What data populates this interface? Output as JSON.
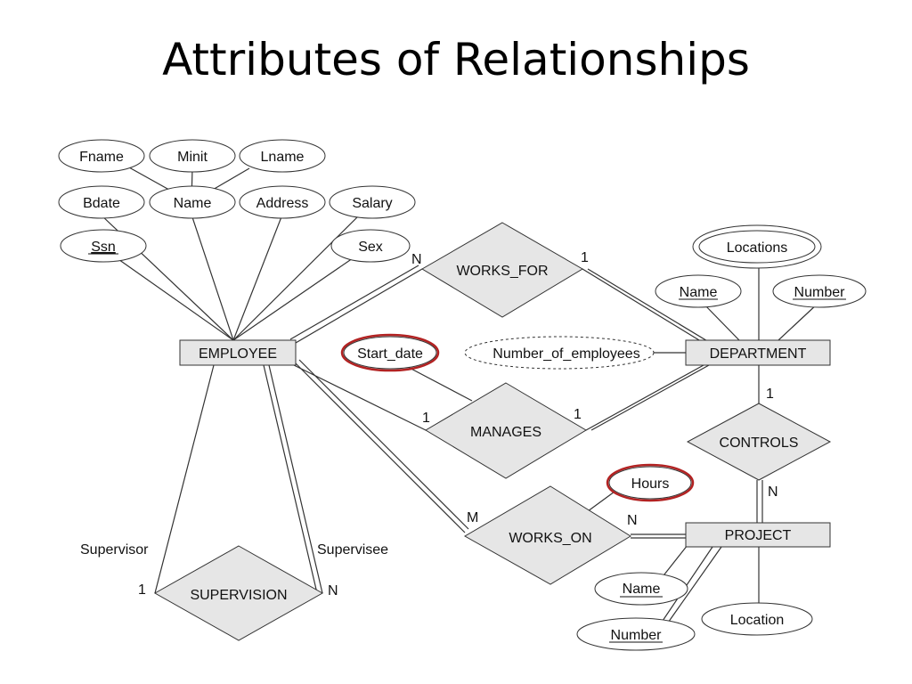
{
  "title": "Attributes of Relationships",
  "entities": {
    "employee": "EMPLOYEE",
    "department": "DEPARTMENT",
    "project": "PROJECT"
  },
  "relationships": {
    "works_for": "WORKS_FOR",
    "manages": "MANAGES",
    "works_on": "WORKS_ON",
    "controls": "CONTROLS",
    "supervision": "SUPERVISION"
  },
  "attributes": {
    "fname": "Fname",
    "minit": "Minit",
    "lname": "Lname",
    "bdate": "Bdate",
    "name": "Name",
    "address": "Address",
    "salary": "Salary",
    "ssn": "Ssn",
    "sex": "Sex",
    "locations": "Locations",
    "dept_name": "Name",
    "dept_number": "Number",
    "start_date": "Start_date",
    "number_of_employees": "Number_of_employees",
    "hours": "Hours",
    "proj_name": "Name",
    "proj_number": "Number",
    "proj_location": "Location"
  },
  "cardinalities": {
    "works_for_employee": "N",
    "works_for_department": "1",
    "manages_employee": "1",
    "manages_department": "1",
    "works_on_employee": "M",
    "works_on_project": "N",
    "controls_department": "1",
    "controls_project": "N",
    "supervision_supervisor": "1",
    "supervision_supervisee": "N"
  },
  "roles": {
    "supervisor": "Supervisor",
    "supervisee": "Supervisee"
  },
  "colors": {
    "entity_fill": "#e6e6e6",
    "relationship_fill": "#e6e6e6",
    "attribute_fill": "#ffffff",
    "line": "#333333",
    "highlight": "#b22222"
  }
}
